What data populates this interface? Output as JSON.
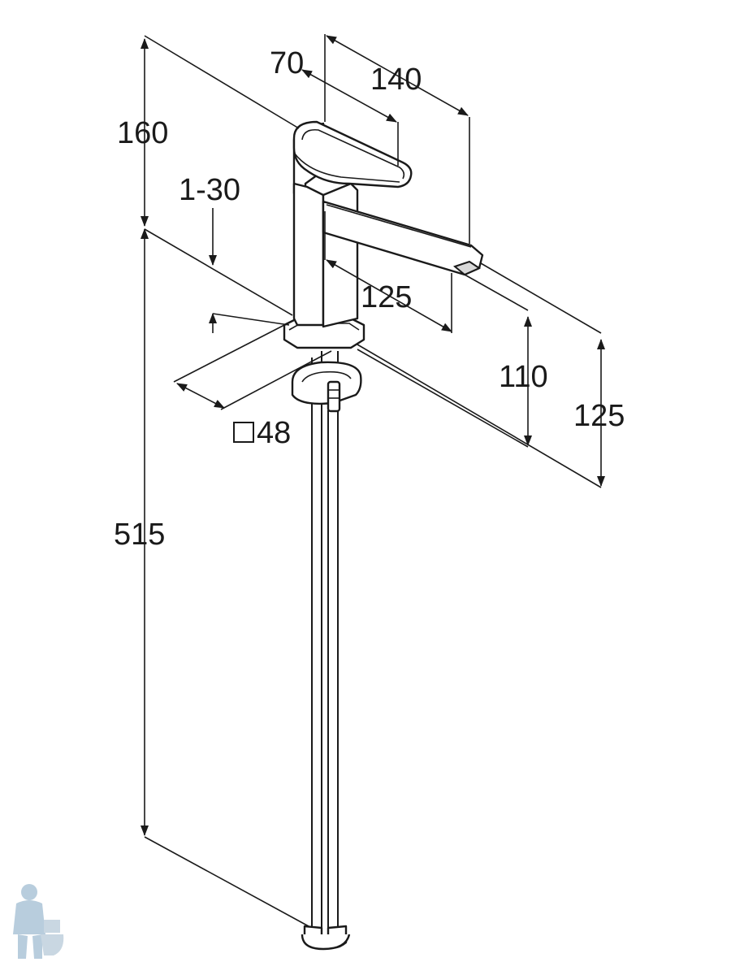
{
  "dimensions": {
    "total_height_above": "160",
    "lever_length": "70",
    "overall_depth": "140",
    "deck_thickness": "1-30",
    "spout_reach": "125",
    "spout_height": "110",
    "spout_outlet_height": "125",
    "base_size": "48",
    "hose_length": "515"
  },
  "colors": {
    "line": "#1a1a1a",
    "watermark": "#9db8cc"
  },
  "icons": {
    "base_symbol": "square-outline-icon",
    "watermark": "plumber-mascot-icon"
  }
}
